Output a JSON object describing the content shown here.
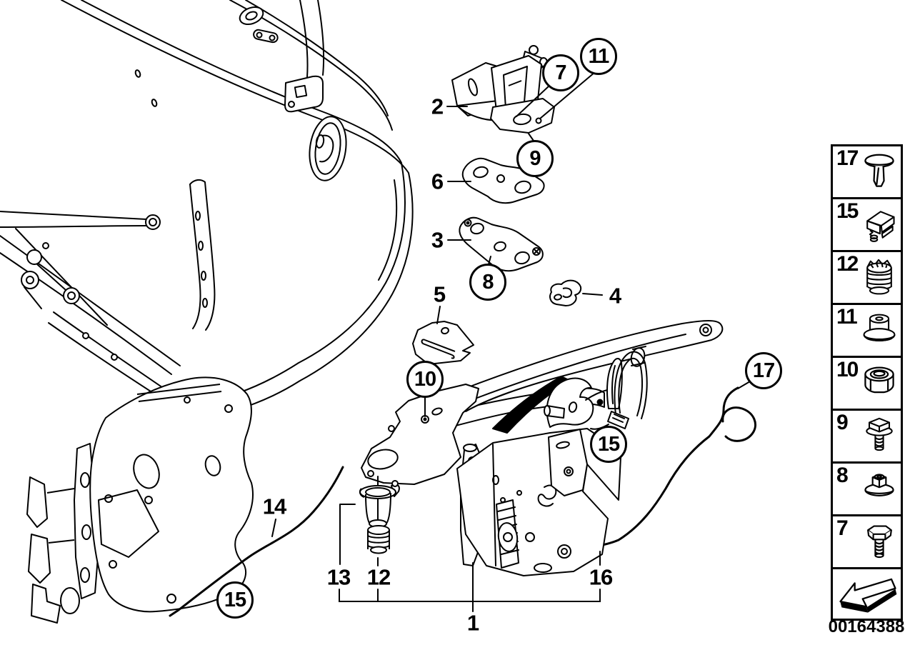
{
  "diagram": {
    "image_code": "00164388",
    "background_color": "#ffffff",
    "line_color": "#000000",
    "callouts_plain": [
      {
        "label": "2"
      },
      {
        "label": "6"
      },
      {
        "label": "3"
      },
      {
        "label": "5"
      },
      {
        "label": "4"
      },
      {
        "label": "14"
      },
      {
        "label": "13"
      },
      {
        "label": "12"
      },
      {
        "label": "16"
      },
      {
        "label": "1"
      }
    ],
    "callouts_circled": [
      {
        "label": "7"
      },
      {
        "label": "11"
      },
      {
        "label": "9"
      },
      {
        "label": "8"
      },
      {
        "label": "10"
      },
      {
        "label": "15"
      },
      {
        "label": "17"
      },
      {
        "label": "15"
      }
    ],
    "legend": {
      "direction_arrow": "left",
      "items": [
        {
          "number": "17",
          "icon": "push-rivet-icon"
        },
        {
          "number": "15",
          "icon": "cable-clip-icon"
        },
        {
          "number": "12",
          "icon": "threaded-insert-icon"
        },
        {
          "number": "11",
          "icon": "grommet-icon"
        },
        {
          "number": "10",
          "icon": "lock-nut-icon"
        },
        {
          "number": "9",
          "icon": "flange-bolt-icon"
        },
        {
          "number": "8",
          "icon": "flange-nut-icon"
        },
        {
          "number": "7",
          "icon": "hex-bolt-icon"
        }
      ]
    }
  }
}
